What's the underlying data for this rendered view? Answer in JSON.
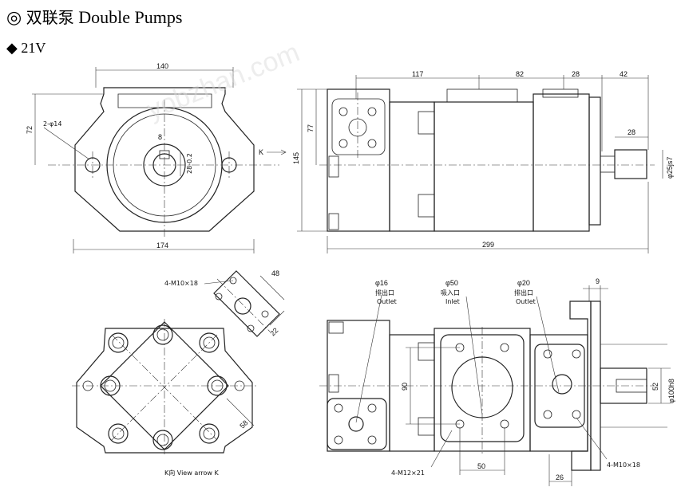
{
  "header": {
    "title_symbol": "◎",
    "title_zh": "双联泵",
    "title_en": "Double Pumps",
    "model_symbol": "◆",
    "model": "21V"
  },
  "front_view": {
    "width_140": "140",
    "height_72": "72",
    "holes": "2-φ14",
    "key_8": "8",
    "key_depth": "28-0.2",
    "width_174": "174",
    "k_label": "K"
  },
  "side_view": {
    "dim_117": "117",
    "dim_82": "82",
    "dim_28_top": "28",
    "dim_42": "42",
    "dim_77": "77",
    "dim_145": "145",
    "dim_28_shaft": "28",
    "shaft_dia": "φ25js7",
    "dim_299": "299"
  },
  "k_view": {
    "thread_label": "4-M10×18",
    "dim_48": "48",
    "dim_22": "22",
    "dim_58": "58",
    "caption": "K向  View arrow K"
  },
  "ports_view": {
    "outlet1_dia": "φ16",
    "outlet1_zh": "排出口",
    "outlet1_en": "Outlet",
    "inlet_dia": "φ50",
    "inlet_zh": "吸入口",
    "inlet_en": "Inlet",
    "outlet2_dia": "φ20",
    "outlet2_zh": "排出口",
    "outlet2_en": "Outlet",
    "dim_9": "9",
    "dim_90": "90",
    "dim_52": "52",
    "pilot_dia": "φ100h8",
    "inlet_threads": "4-M12×21",
    "outlet_threads": "4-M10×18",
    "dim_50": "50",
    "dim_26": "26"
  },
  "watermark": "yobzhan.com"
}
